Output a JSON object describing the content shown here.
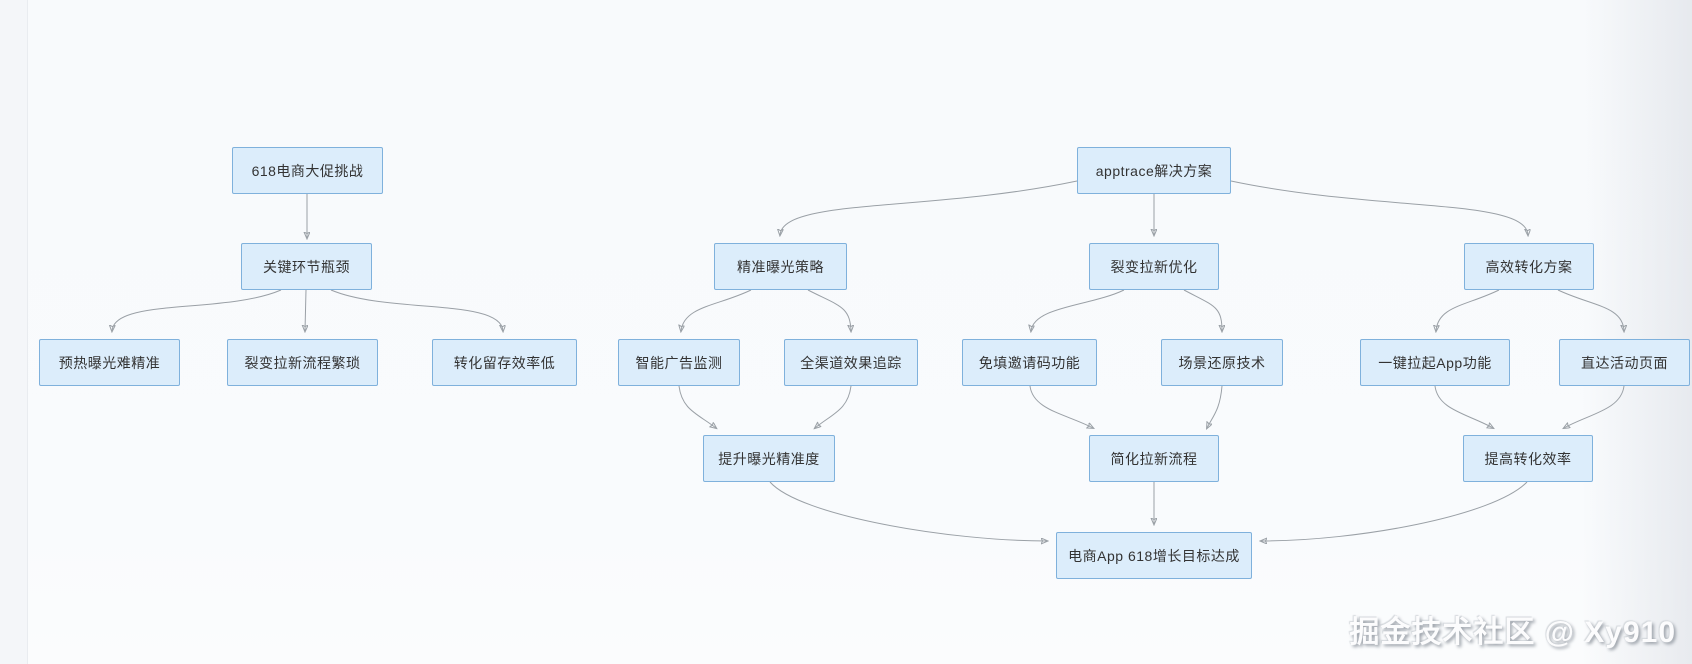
{
  "diagram": {
    "title": "618 e-commerce growth flowchart",
    "nodes": [
      {
        "id": "A",
        "label": "618电商大促挑战"
      },
      {
        "id": "B",
        "label": "关键环节瓶颈"
      },
      {
        "id": "C1",
        "label": "预热曝光难精准"
      },
      {
        "id": "C2",
        "label": "裂变拉新流程繁琐"
      },
      {
        "id": "C3",
        "label": "转化留存效率低"
      },
      {
        "id": "S",
        "label": "apptrace解决方案"
      },
      {
        "id": "P1",
        "label": "精准曝光策略"
      },
      {
        "id": "P2",
        "label": "裂变拉新优化"
      },
      {
        "id": "P3",
        "label": "高效转化方案"
      },
      {
        "id": "Q1",
        "label": "智能广告监测"
      },
      {
        "id": "Q2",
        "label": "全渠道效果追踪"
      },
      {
        "id": "Q3",
        "label": "免填邀请码功能"
      },
      {
        "id": "Q4",
        "label": "场景还原技术"
      },
      {
        "id": "Q5",
        "label": "一键拉起App功能"
      },
      {
        "id": "Q6",
        "label": "直达活动页面"
      },
      {
        "id": "R1",
        "label": "提升曝光精准度"
      },
      {
        "id": "R2",
        "label": "简化拉新流程"
      },
      {
        "id": "R3",
        "label": "提高转化效率"
      },
      {
        "id": "F",
        "label": "电商App 618增长目标达成"
      }
    ],
    "edges": [
      [
        "A",
        "B"
      ],
      [
        "B",
        "C1"
      ],
      [
        "B",
        "C2"
      ],
      [
        "B",
        "C3"
      ],
      [
        "S",
        "P1"
      ],
      [
        "S",
        "P2"
      ],
      [
        "S",
        "P3"
      ],
      [
        "P1",
        "Q1"
      ],
      [
        "P1",
        "Q2"
      ],
      [
        "P2",
        "Q3"
      ],
      [
        "P2",
        "Q4"
      ],
      [
        "P3",
        "Q5"
      ],
      [
        "P3",
        "Q6"
      ],
      [
        "Q1",
        "R1"
      ],
      [
        "Q2",
        "R1"
      ],
      [
        "Q3",
        "R2"
      ],
      [
        "Q4",
        "R2"
      ],
      [
        "Q5",
        "R3"
      ],
      [
        "Q6",
        "R3"
      ],
      [
        "R1",
        "F"
      ],
      [
        "R2",
        "F"
      ],
      [
        "R3",
        "F"
      ]
    ]
  },
  "watermark": {
    "text": "掘金技术社区 @ Xy910"
  },
  "colors": {
    "node_fill": "#dcedfb",
    "node_border": "#7fb1dc",
    "edge": "#9aa0a6",
    "text": "#333333",
    "background": "#f8fafc"
  }
}
